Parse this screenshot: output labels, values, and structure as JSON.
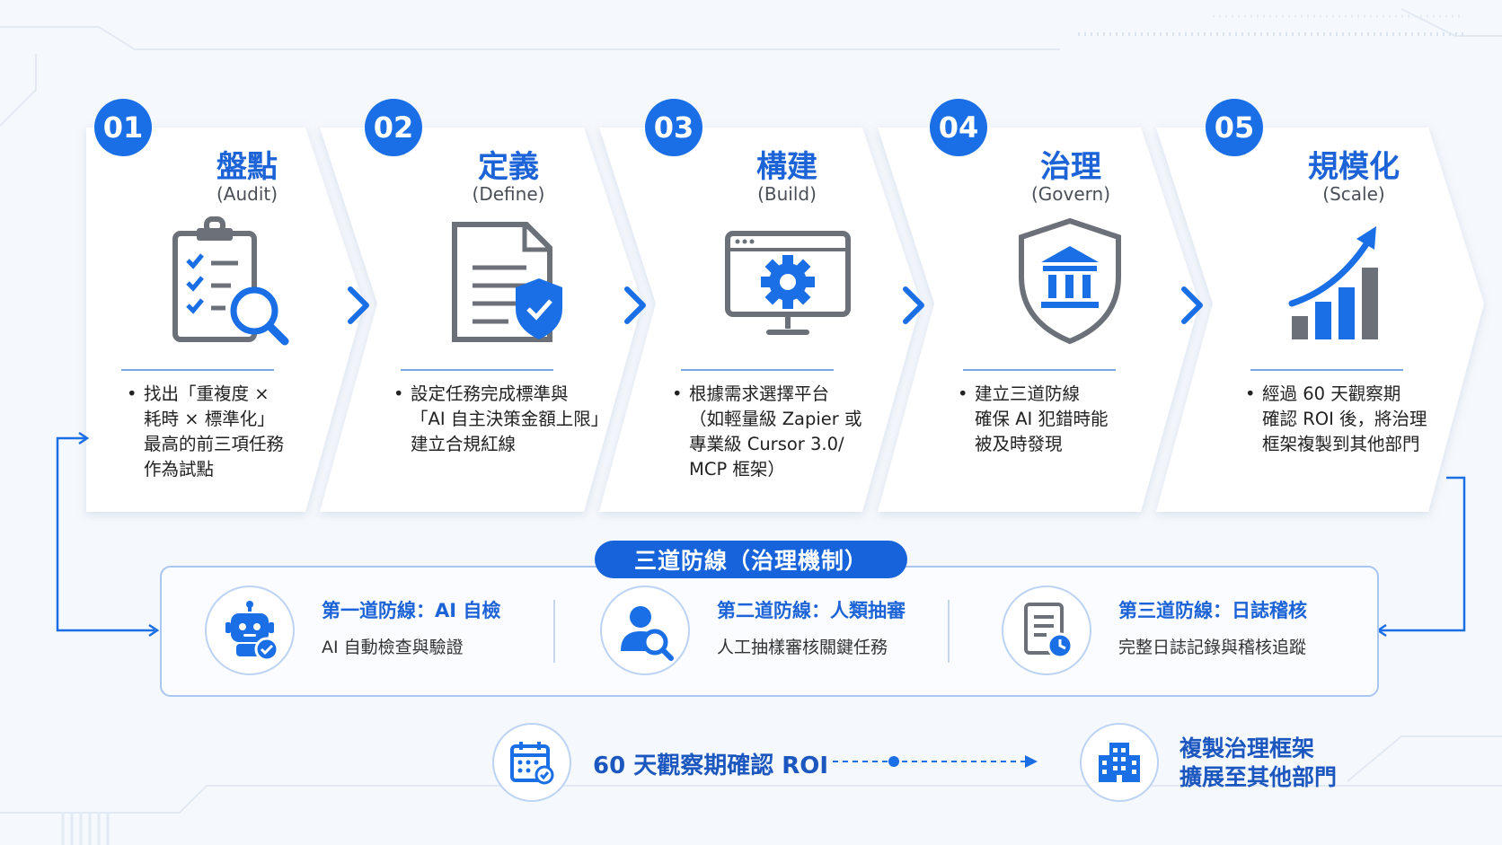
{
  "colors": {
    "accent": "#1a6ee6",
    "accent_dark": "#1b63d6",
    "icon_gray": "#6b7079",
    "card_bg": "#ffffff"
  },
  "steps": [
    {
      "number": "01",
      "title": "盤點",
      "subtitle": "(Audit)",
      "icon": "clipboard-magnifier-icon",
      "text": "找出「重複度 ×\n耗時 × 標準化」\n最高的前三項任務\n作為試點"
    },
    {
      "number": "02",
      "title": "定義",
      "subtitle": "(Define)",
      "icon": "document-shield-icon",
      "text": "設定任務完成標準與\n「AI 自主決策金額上限」\n建立合規紅線"
    },
    {
      "number": "03",
      "title": "構建",
      "subtitle": "(Build)",
      "icon": "monitor-gear-icon",
      "text": "根據需求選擇平台\n（如輕量級 Zapier 或\n專業級 Cursor 3.0/\nMCP 框架）"
    },
    {
      "number": "04",
      "title": "治理",
      "subtitle": "(Govern)",
      "icon": "shield-bank-icon",
      "text": "建立三道防線\n確保 AI 犯錯時能\n被及時發現"
    },
    {
      "number": "05",
      "title": "規模化",
      "subtitle": "(Scale)",
      "icon": "growth-chart-icon",
      "text": "經過 60 天觀察期\n確認 ROI 後，將治理\n框架複製到其他部門"
    }
  ],
  "governance": {
    "title": "三道防線（治理機制）",
    "lines": [
      {
        "title": "第一道防線：AI 自檢",
        "desc": "AI 自動檢查與驗證",
        "icon": "robot-check-icon"
      },
      {
        "title": "第二道防線：人類抽審",
        "desc": "人工抽樣審核關鍵任務",
        "icon": "person-search-icon"
      },
      {
        "title": "第三道防線：日誌稽核",
        "desc": "完整日誌記錄與稽核追蹤",
        "icon": "log-clock-icon"
      }
    ]
  },
  "bottom": {
    "roi": "60 天觀察期確認 ROI",
    "scale_line1": "複製治理框架",
    "scale_line2": "擴展至其他部門"
  }
}
